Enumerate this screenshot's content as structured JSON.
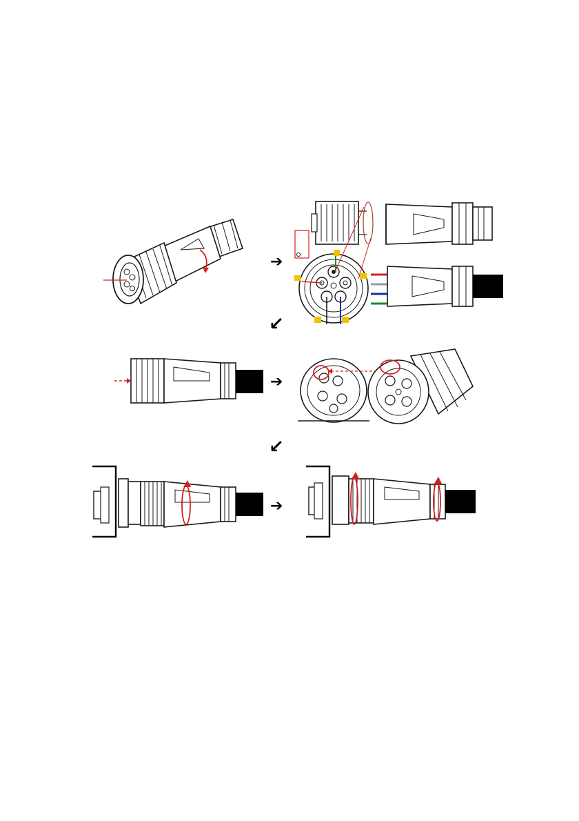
{
  "page": {
    "number": "",
    "palette": {
      "line": "#1a1a1a",
      "red": "#d42020",
      "green": "#1e8a2e",
      "blue": "#1a2aa8",
      "grey": "#9a9a9a",
      "yellow": "#f2c200",
      "brown": "#a0522d",
      "black": "#000000"
    }
  },
  "steps": [
    {
      "id": "step-1",
      "description": ""
    },
    {
      "id": "step-2",
      "description": ""
    },
    {
      "id": "step-3",
      "description": ""
    },
    {
      "id": "step-4",
      "description": ""
    },
    {
      "id": "step-5",
      "description": ""
    },
    {
      "id": "step-6",
      "description": ""
    }
  ],
  "flow_arrows": {
    "right": "➔",
    "down_left": "↙"
  },
  "wire_colors": [
    "red",
    "grey",
    "blue",
    "green"
  ]
}
